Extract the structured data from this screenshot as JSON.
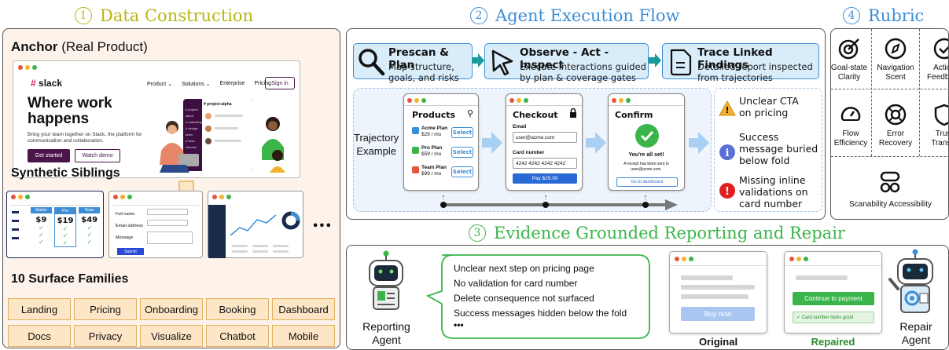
{
  "sections": {
    "data_construction": {
      "num": "1",
      "title": "Data Construction",
      "color": "#b9b513"
    },
    "agent_flow": {
      "num": "2",
      "title": "Agent Execution Flow",
      "color": "#3d8ed6"
    },
    "rubric": {
      "num": "4",
      "title": "Rubric",
      "color": "#3d8ed6"
    },
    "reporting": {
      "num": "3",
      "title": "Evidence Grounded Reporting and Repair",
      "color": "#3bb54a"
    }
  },
  "anchor": {
    "label_bold": "Anchor",
    "label_rest": " (Real Product)",
    "slack": {
      "logo": "slack",
      "nav": [
        "Product ⌄",
        "Solutions ⌄",
        "Enterprise",
        "Pricing"
      ],
      "signin": "Sign in",
      "headline": "Where work happens",
      "sub": "Bring your team together on Slack, the platform for communication and collaboration.",
      "btn_primary": "Get started",
      "btn_secondary": "Watch demo",
      "channel": "# project-alpha",
      "channels": [
        "# project-alpha",
        "# marketing",
        "# design-team",
        "# fund-channel"
      ]
    }
  },
  "siblings": {
    "label": "Synthetic Siblings",
    "pricing": {
      "plans": [
        "Starter",
        "Pro",
        "Team"
      ],
      "prices": [
        "$9",
        "$19",
        "$49"
      ]
    },
    "form": {
      "fields": [
        "Full name",
        "Email address",
        "Message"
      ],
      "submit": "Submit"
    },
    "more": "•••"
  },
  "families": {
    "label": "10 Surface Families",
    "items": [
      "Landing",
      "Pricing",
      "Onboarding",
      "Booking",
      "Dashboard",
      "Docs",
      "Privacy",
      "Visualize",
      "Chatbot",
      "Mobile"
    ]
  },
  "flow": {
    "steps": [
      {
        "title": "Prescan & Plan",
        "desc": [
          "Map structure,",
          "goals, and risks"
        ],
        "icon": "magnifier-icon"
      },
      {
        "title": "Observe - Act - Inspect",
        "desc": [
          "Execute interactions guided",
          "by plan & coverage gates"
        ],
        "icon": "cursor-icon"
      },
      {
        "title": "Trace Linked Findings",
        "desc": [
          "Detailed report inspected",
          "from trajectories"
        ],
        "icon": "document-icon"
      }
    ],
    "trajectory_label": [
      "Trajectory",
      "Example"
    ],
    "products": {
      "title": "Products",
      "items": [
        {
          "name": "Acme Plan",
          "price": "$29 / mo",
          "color": "#3d8ed6"
        },
        {
          "name": "Pro Plan",
          "price": "$59 / mo",
          "color": "#3bb54a"
        },
        {
          "name": "Team Plan",
          "price": "$99 / mo",
          "color": "#e8533f"
        }
      ],
      "select": "Select"
    },
    "checkout": {
      "title": "Checkout",
      "email_label": "Email",
      "email": "user@acme.com",
      "card_label": "Card number",
      "card": "4242 4242 4242 4242",
      "pay": "Pay $29.00"
    },
    "confirm": {
      "title": "Confirm",
      "msg": "You're all set!",
      "sub": "A receipt has been sent to user@acme.com.",
      "btn": "Go to dashboard"
    },
    "findings": [
      {
        "text": [
          "Unclear CTA",
          "on pricing"
        ],
        "icon": "warning-icon",
        "color": "#f2b230"
      },
      {
        "text": [
          "Success",
          "message buried",
          "below fold"
        ],
        "icon": "info-icon",
        "color": "#5b6fd6"
      },
      {
        "text": [
          "Missing inline",
          "validations on",
          "card number"
        ],
        "icon": "error-icon",
        "color": "#e02020"
      }
    ]
  },
  "rubric": {
    "items": [
      {
        "label": [
          "Goal-state",
          "Clarity"
        ],
        "icon": "target-icon"
      },
      {
        "label": [
          "Navigation",
          "Scent"
        ],
        "icon": "compass-icon"
      },
      {
        "label": [
          "Action",
          "Feedback"
        ],
        "icon": "check-circle-icon"
      },
      {
        "label": [
          "Flow",
          "Efficiency"
        ],
        "icon": "gauge-icon"
      },
      {
        "label": [
          "Error",
          "Recovery"
        ],
        "icon": "lifebuoy-icon"
      },
      {
        "label": [
          "Trust",
          "Transp."
        ],
        "icon": "shield-icon"
      }
    ],
    "bottom": "Scanability Accessibility"
  },
  "reporting": {
    "agent_label": [
      "Reporting",
      "Agent"
    ],
    "notes": [
      "Unclear next step on pricing page",
      "No validation for card number",
      "Delete consequence not surfaced",
      "Success messages hidden below the fold",
      "•••"
    ],
    "original": {
      "label": "Original",
      "btn": "Buy now"
    },
    "repaired": {
      "label": "Repaired",
      "btn": "Continue to payment",
      "hint": "✓ Card number looks good"
    },
    "repair_label": [
      "Repair",
      "Agent"
    ]
  }
}
